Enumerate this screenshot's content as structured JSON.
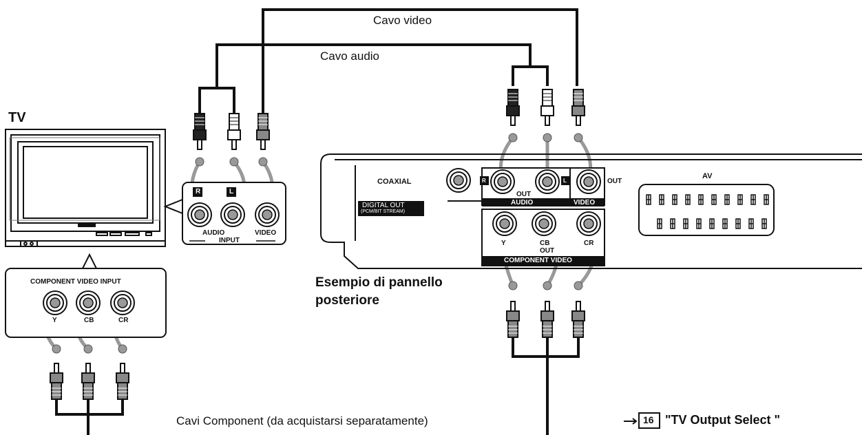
{
  "labels": {
    "tv": "TV",
    "video_cable": "Cavo video",
    "audio_cable": "Cavo audio",
    "component_cables": "Cavi Component  (da acquistarsi separatamente)",
    "rear_panel": "Esempio di pannello posteriore",
    "page_ref_number": "16",
    "page_ref_text": "\"TV  Output Select \""
  },
  "tv_input_panel": {
    "r": "R",
    "l": "L",
    "audio": "AUDIO",
    "video": "VIDEO",
    "input": "INPUT"
  },
  "tv_component_panel": {
    "title": "COMPONENT VIDEO INPUT",
    "y": "Y",
    "cb": "CB",
    "cr": "CR"
  },
  "player_panel": {
    "coaxial": "COAXIAL",
    "digital_out": "DIGITAL OUT",
    "digital_sub": "(PCM/BIT STREAM)",
    "r": "R",
    "l": "L",
    "out": "OUT",
    "audio": "AUDIO",
    "out2": "OUT",
    "video": "VIDEO",
    "av": "AV",
    "y": "Y",
    "cb": "CB",
    "cr": "CR",
    "comp_out": "OUT",
    "component_video": "COMPONENT VIDEO"
  }
}
